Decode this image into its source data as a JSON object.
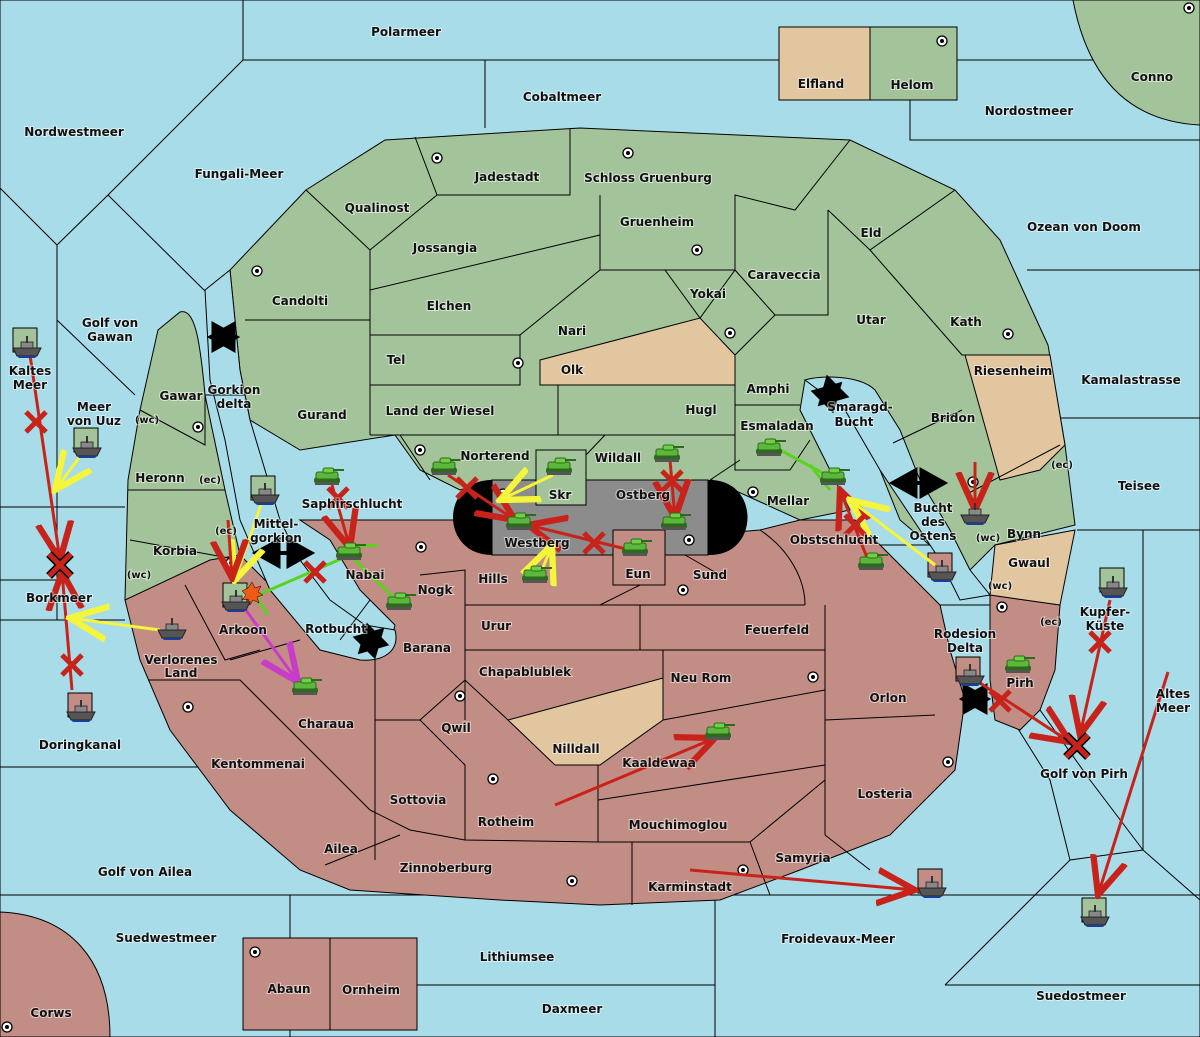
{
  "window": {
    "title": "Diplomacy Map"
  },
  "colors": {
    "sea": "#a8dce9",
    "green_power": "#a3c49a",
    "red_power": "#c28d85",
    "neutral": "#e2c69f",
    "impassable": "#8c8c8c",
    "order_move": "#c8231a",
    "order_support": "#f5f53c",
    "order_support_green": "#5ad21e",
    "order_convoy": "#c83cc8"
  },
  "labels": {
    "polarmeer": "Polarmeer",
    "cobaltmeer": "Cobaltmeer",
    "elfland": "Elfland",
    "helom": "Helom",
    "conno": "Conno",
    "nordostmeer": "Nordostmeer",
    "nordwestmeer": "Nordwestmeer",
    "fungali": "Fungali-Meer",
    "jadestadt": "Jadestadt",
    "schloss": "Schloss Gruenburg",
    "qualinost": "Qualinost",
    "gruenheim": "Gruenheim",
    "eld": "Eld",
    "ozean": "Ozean von Doom",
    "jossangia": "Jossangia",
    "caraveccia": "Caraveccia",
    "candolti": "Candolti",
    "yokai": "Yokai",
    "elchen": "Elchen",
    "utar": "Utar",
    "kath": "Kath",
    "golf_gawan_1": "Golf von",
    "golf_gawan_2": "Gawan",
    "nari": "Nari",
    "tel": "Tel",
    "olk": "Olk",
    "riesenheim": "Riesenheim",
    "kamalastrasse": "Kamalastrasse",
    "amphi": "Amphi",
    "kaltes_1": "Kaltes",
    "kaltes_2": "Meer",
    "gawar": "Gawar",
    "gorkion_1": "Gorkion",
    "gorkion_2": "delta",
    "smaragd_1": "Smaragd-",
    "smaragd_2": "Bucht",
    "gurand": "Gurand",
    "land_wiesel": "Land der Wiesel",
    "hugl": "Hugl",
    "bridon": "Bridon",
    "uuz_1": "Meer",
    "uuz_2": "von Uuz",
    "esmaladan": "Esmaladan",
    "norterend": "Norterend",
    "wildall": "Wildall",
    "heronn": "Heronn",
    "teisee": "Teisee",
    "saphirschlucht": "Saphirschlucht",
    "skr": "Skr",
    "ostberg": "Ostberg",
    "mellar": "Mellar",
    "bucht_1": "Bucht",
    "bucht_2": "des",
    "bucht_3": "Ostens",
    "mittel_1": "Mittel-",
    "mittel_2": "gorkion",
    "westberg": "Westberg",
    "obstschlucht": "Obstschlucht",
    "bynn": "Bynn",
    "korbia": "Korbia",
    "nabai": "Nabai",
    "hills": "Hills",
    "eun": "Eun",
    "sund": "Sund",
    "gwaul": "Gwaul",
    "borkmeer": "Borkmeer",
    "nogk": "Nogk",
    "arkoon": "Arkoon",
    "kupfer_1": "Kupfer-",
    "kupfer_2": "Küste",
    "rotbucht": "Rotbucht",
    "urur": "Urur",
    "feuerfeld": "Feuerfeld",
    "rodesion_1": "Rodesion",
    "rodesion_2": "Delta",
    "barana": "Barana",
    "verlorenes_1": "Verlorenes",
    "verlorenes_2": "Land",
    "chapablublek": "Chapablublek",
    "neu_rom": "Neu Rom",
    "pirh": "Pirh",
    "altes_1": "Altes",
    "altes_2": "Meer",
    "orlon": "Orlon",
    "charaua": "Charaua",
    "qwil": "Qwil",
    "doringkanal": "Doringkanal",
    "nilldall": "Nilldall",
    "golf_pirh": "Golf von Pirh",
    "kaaldewaa": "Kaaldewaa",
    "kentommenai": "Kentommenai",
    "losteria": "Losteria",
    "sottovia": "Sottovia",
    "rotheim": "Rotheim",
    "mouchimoglou": "Mouchimoglou",
    "ailea": "Ailea",
    "samyria": "Samyria",
    "golf_ailea": "Golf von Ailea",
    "zinnoberburg": "Zinnoberburg",
    "karminstadt": "Karminstadt",
    "suedwestmeer": "Suedwestmeer",
    "froidevaux": "Froidevaux-Meer",
    "lithiumsee": "Lithiumsee",
    "abaun": "Abaun",
    "ornheim": "Ornheim",
    "suedostmeer": "Suedostmeer",
    "daxmeer": "Daxmeer",
    "corws": "Corws",
    "coast_wc": "(wc)",
    "coast_ec": "(ec)"
  }
}
